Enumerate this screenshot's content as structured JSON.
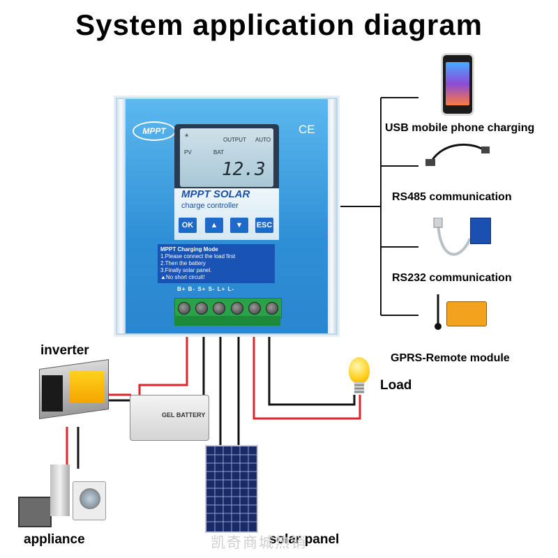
{
  "title": "System application diagram",
  "controller": {
    "brand": "MPPT",
    "ce_mark": "CE",
    "lcd_reading": "12.3",
    "lcd_labels": [
      "PV",
      "BAT",
      "OUTPUT",
      "AUTO"
    ],
    "product_name": "MPPT SOLAR",
    "product_sub": "charge controller",
    "buttons": [
      {
        "label": "OK",
        "icon": "ok-button"
      },
      {
        "label": "▲",
        "icon": "up-arrow-icon"
      },
      {
        "label": "▼",
        "icon": "down-arrow-icon"
      },
      {
        "label": "ESC",
        "icon": "esc-button"
      }
    ],
    "notice": {
      "heading": "MPPT Charging Mode",
      "lines": [
        "1.Please connect the load first",
        "2.Then the battery",
        "3.Finally solar panel.",
        "▲No short circuit!"
      ]
    },
    "terminal_labels": "B+ B- S+ S- L+ L-"
  },
  "labels": {
    "usb": "USB mobile phone charging",
    "rs485": "RS485 communication",
    "rs232": "RS232 communication",
    "gprs": "GPRS-Remote module",
    "load": "Load",
    "inverter": "inverter",
    "appliance": "appliance",
    "solar_panel": "solar panel",
    "battery": "GEL BATTERY"
  },
  "watermark": "凯奇商城热销",
  "colors": {
    "controller_blue": "#3a98dc",
    "button_blue": "#1f69c8",
    "terminal_green": "#2aa24a",
    "wire_red": "#e0242b",
    "wire_black": "#111111"
  }
}
